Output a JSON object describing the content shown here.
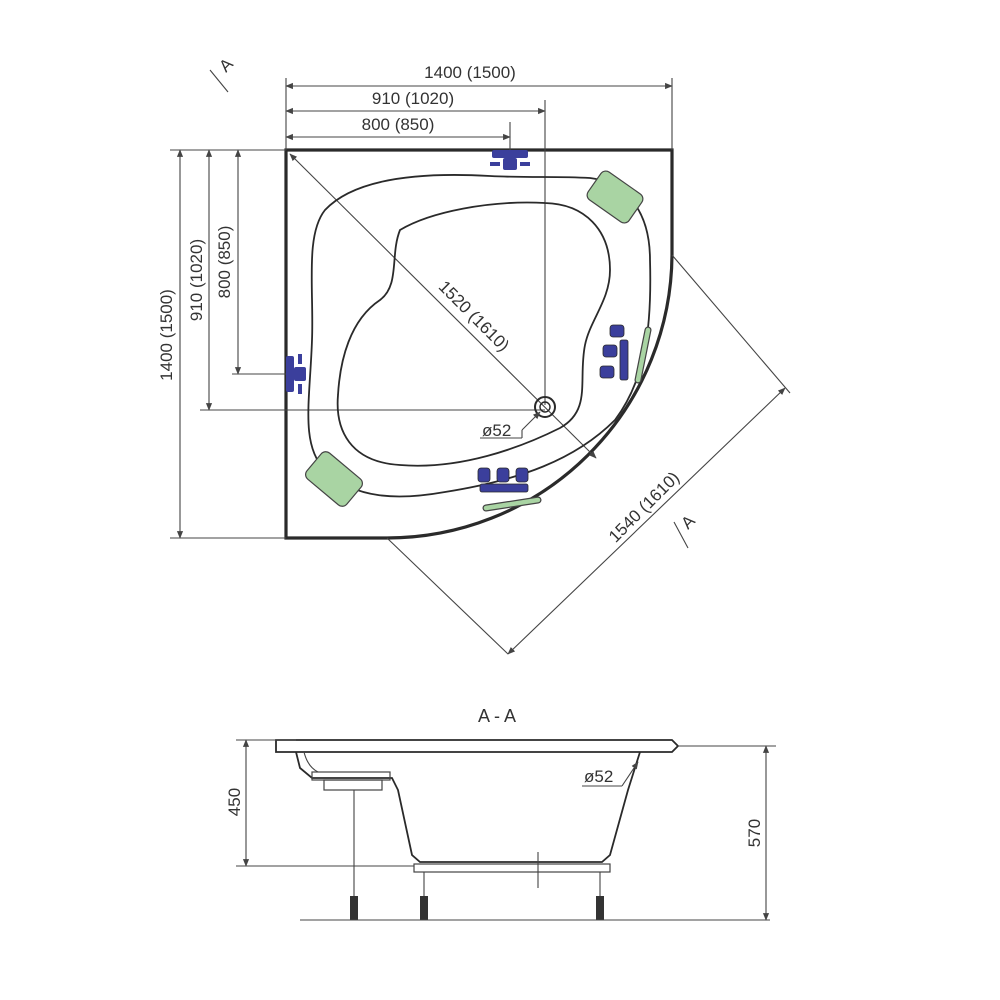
{
  "plan": {
    "dim_total_width": "1400 (1500)",
    "dim_mid_width": "910 (1020)",
    "dim_small_width": "800 (850)",
    "dim_total_height": "1400 (1500)",
    "dim_mid_height": "910 (1020)",
    "dim_small_height": "800 (850)",
    "dim_diagonal": "1520 (1610)",
    "dim_front": "1540 (1610)",
    "drain_diameter": "ø52",
    "section_marker_top": "A",
    "section_marker_bottom": "A"
  },
  "section": {
    "title": "A - A",
    "height_inner": "450",
    "height_total": "570",
    "overflow_diameter": "ø52"
  },
  "colors": {
    "headrest": "#a9d4a3",
    "jet": "#3b3f9c",
    "line": "#2a2a2a"
  }
}
